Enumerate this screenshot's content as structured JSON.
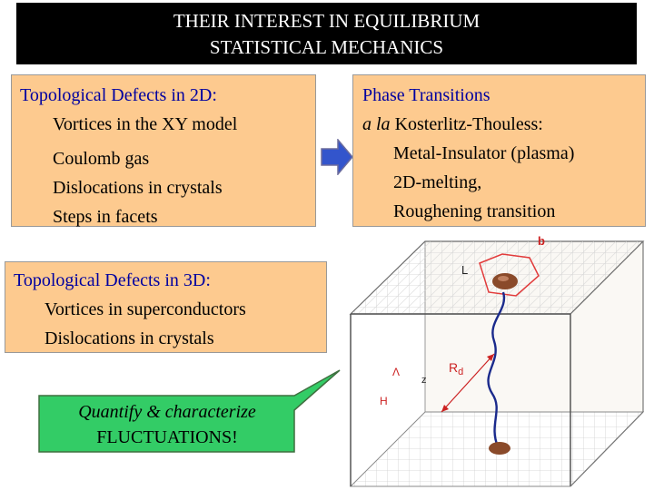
{
  "title": {
    "line1": "THEIR INTEREST IN EQUILIBRIUM",
    "line2": "STATISTICAL MECHANICS"
  },
  "defects_2d": {
    "heading": "Topological Defects in 2D:",
    "items": [
      "Vortices  in the  XY model",
      "Coulomb gas",
      "Dislocations in crystals",
      "Steps in facets"
    ]
  },
  "phase_transitions": {
    "heading": "Phase Transitions",
    "subheading_italic": "a la",
    "subheading_rest": " Kosterlitz-Thouless:",
    "items": [
      "Metal-Insulator (plasma)",
      "2D-melting,",
      "Roughening transition"
    ]
  },
  "defects_3d": {
    "heading": "Topological Defects in 3D:",
    "items": [
      "Vortices in superconductors",
      "Dislocations  in crystals"
    ]
  },
  "callout": {
    "line1": "Quantify  & characterize",
    "line2": "FLUCTUATIONS!"
  },
  "figure": {
    "label_b": "b",
    "label_L": "L",
    "label_Rd_main": "R",
    "label_Rd_sub": "d",
    "label_lambda": "Λ",
    "label_z": "z",
    "label_H": "H"
  },
  "colors": {
    "box_fill": "#fdca8f",
    "heading_blue": "#0000a0",
    "callout_fill": "#33cc66",
    "arrow_blue": "#3355cc",
    "label_red": "#cc2222"
  }
}
